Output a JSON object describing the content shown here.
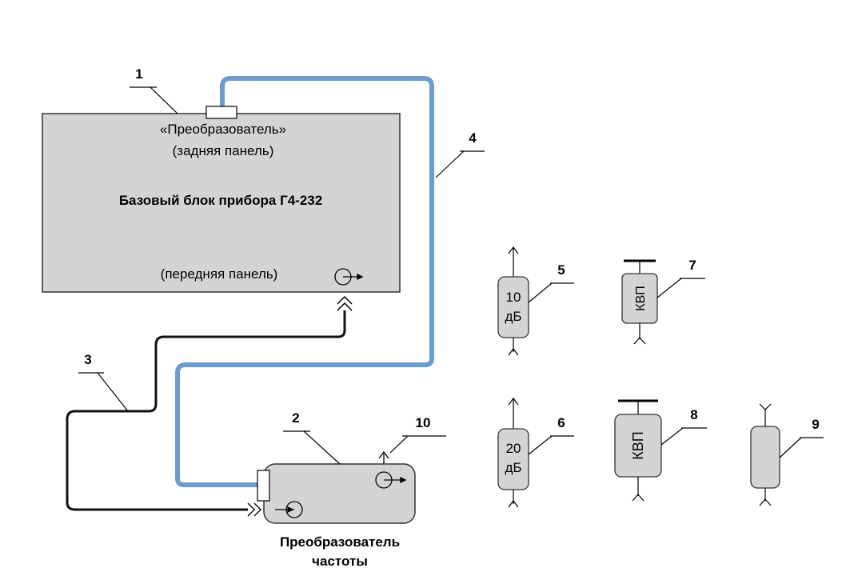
{
  "base_unit": {
    "top_label": "«Преобразователь»",
    "top_sublabel": "(задняя панель)",
    "title": "Базовый блок прибора Г4-232",
    "front_label": "(передняя панель)"
  },
  "converter": {
    "label_line1": "Преобразователь",
    "label_line2": "частоты"
  },
  "attenuator_10": {
    "line1": "10",
    "line2": "дБ"
  },
  "attenuator_20": {
    "line1": "20",
    "line2": "дБ"
  },
  "kvp_7": "КВП",
  "kvp_8": "КВП",
  "callouts": {
    "c1": "1",
    "c2": "2",
    "c3": "3",
    "c4": "4",
    "c5": "5",
    "c6": "6",
    "c7": "7",
    "c8": "8",
    "c9": "9",
    "c10": "10"
  },
  "colors": {
    "panel_fill": "#d4d4d4",
    "blue_cable": "#6a9bd1",
    "black_cable": "#111111"
  }
}
